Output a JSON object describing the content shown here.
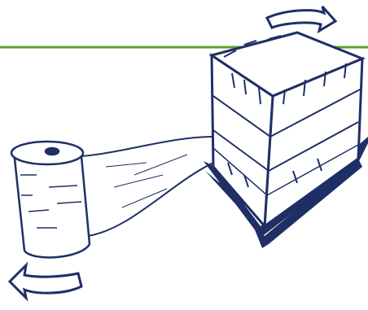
{
  "colors": {
    "ink": "#1f2f66",
    "accent_line": "#5aa02c",
    "background": "#ffffff",
    "shadow": "#1f2f66"
  },
  "illustration": {
    "subject": "stretch-film-roll-wrapping-pallet-box",
    "elements": [
      "green-header-line",
      "film-roll",
      "stretch-film-band",
      "stacked-box",
      "box-shadow",
      "rotation-arrow-top-right",
      "rotation-arrow-bottom-left"
    ]
  }
}
